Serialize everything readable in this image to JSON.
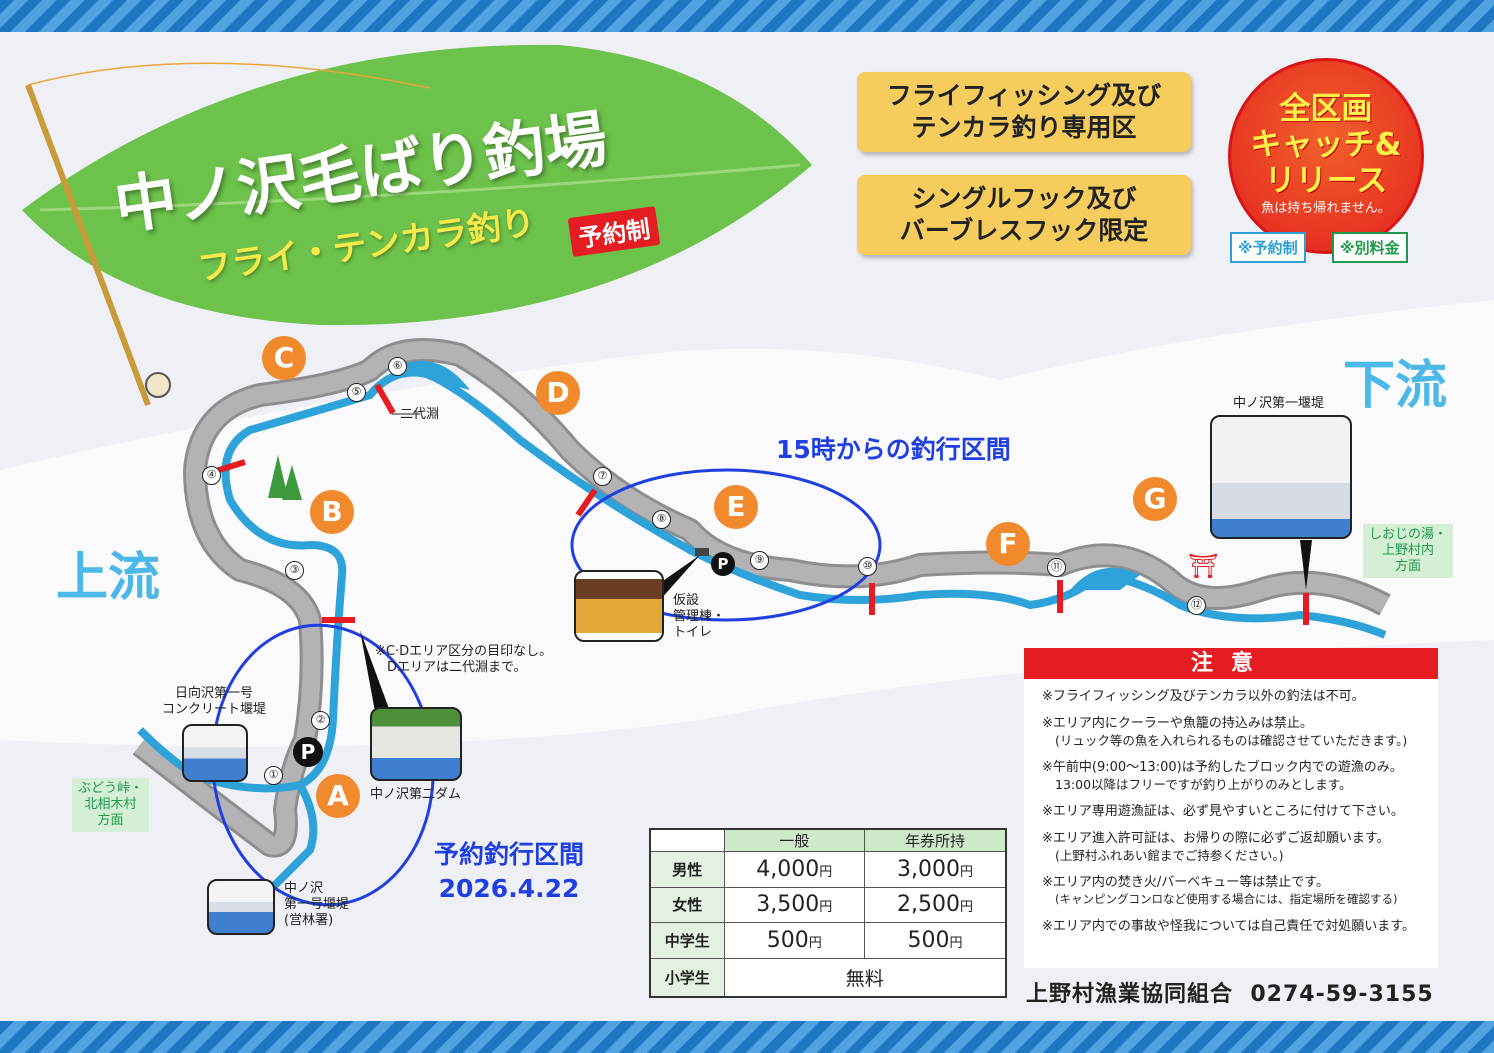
{
  "title": {
    "main": "中ノ沢毛ばり釣場",
    "sub": "フライ・テンカラ釣り",
    "badge": "予約制"
  },
  "signs": [
    {
      "lines": [
        "フライフィッシング及び",
        "テンカラ釣り専用区"
      ]
    },
    {
      "lines": [
        "シングルフック及び",
        "バーブレスフック限定"
      ]
    }
  ],
  "catch_release": {
    "lines": [
      "全区画",
      "キャッチ&",
      "リリース"
    ],
    "note": "魚は持ち帰れません。",
    "tags": [
      "※予約制",
      "※別料金"
    ]
  },
  "directions": {
    "upstream": "上流",
    "downstream": "下流"
  },
  "areas": [
    "A",
    "B",
    "C",
    "D",
    "E",
    "F",
    "G"
  ],
  "markers": [
    "①",
    "②",
    "③",
    "④",
    "⑤",
    "⑥",
    "⑦",
    "⑧",
    "⑨",
    "⑩",
    "⑪",
    "⑫"
  ],
  "parking": "P",
  "landmarks": {
    "nidaibuchi": "二代淵",
    "cd_note": [
      "※C·Dエリア区分の目印なし。",
      "Dエリアは二代淵まで。"
    ],
    "hinatazawa": [
      "日向沢第一号",
      "コンクリート堰堤"
    ],
    "daini_dam": "中ノ沢第二ダム",
    "daiichi_entei": [
      "中ノ沢",
      "第一号堰堤",
      "(営林署)"
    ],
    "kanri": [
      "仮設",
      "管理棟・",
      "トイレ"
    ],
    "daiichi_top": "中ノ沢第一堰堤",
    "to_budo": [
      "ぶどう峠・",
      "北相木村",
      "方面"
    ],
    "to_shioji": [
      "しおじの湯・",
      "上野村内",
      "方面"
    ],
    "torii": "⛩"
  },
  "annotations": {
    "afternoon": "15時からの釣行区間",
    "reserved": "予約釣行区間",
    "reserved_date": "2026.4.22"
  },
  "price_table": {
    "headers": [
      "一般",
      "年券所持"
    ],
    "rows": [
      {
        "label": "男性",
        "general": "4,000",
        "annual": "3,000"
      },
      {
        "label": "女性",
        "general": "3,500",
        "annual": "2,500"
      },
      {
        "label": "中学生",
        "general": "500",
        "annual": "500"
      },
      {
        "label": "小学生",
        "free": "無料"
      }
    ],
    "unit": "円"
  },
  "notice": {
    "title": "注意",
    "items": [
      {
        "main": "※フライフィッシング及びテンカラ以外の釣法は不可。"
      },
      {
        "main": "※エリア内にクーラーや魚籠の持込みは禁止。",
        "sub": "(リュック等の魚を入れられるものは確認させていただきます。)"
      },
      {
        "main": "※午前中(9:00〜13:00)は予約したブロック内での遊漁のみ。",
        "sub": "13:00以降はフリーですが釣り上がりのみとします。"
      },
      {
        "main": "※エリア専用遊漁証は、必ず見やすいところに付けて下さい。"
      },
      {
        "main": "※エリア進入許可証は、お帰りの際に必ずご返却願います。",
        "sub": "(上野村ふれあい館までご持参ください。)"
      },
      {
        "main": "※エリア内の焚き火/バーベキュー等は禁止です。",
        "sub": "(キャンピングコンロなど使用する場合には、指定場所を確認する)"
      },
      {
        "main": "※エリア内での事故や怪我については自己責任で対処願います。"
      }
    ]
  },
  "organization": {
    "name": "上野村漁業協同組合",
    "phone": "0274-59-3155"
  },
  "colors": {
    "river": "#2ea3d9",
    "road": "#a9a9ab",
    "area": "#f08a2c",
    "barrier": "#e51d22",
    "annotation": "#1f3fe0",
    "stripe": "#1f77c4"
  }
}
